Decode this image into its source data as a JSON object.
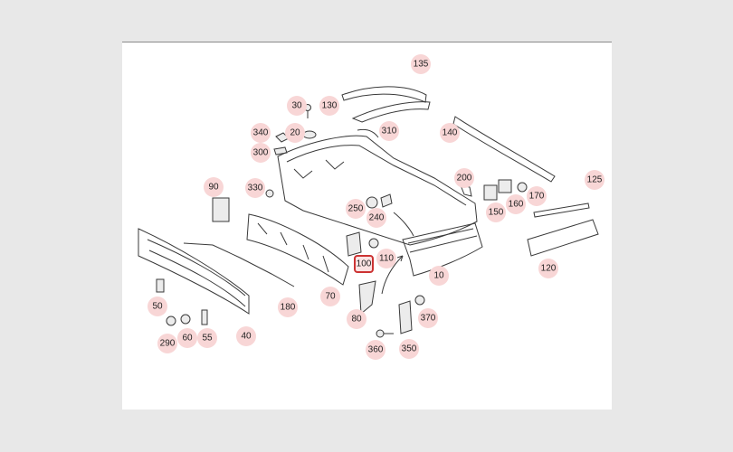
{
  "diagram": {
    "accent_color": "#cc3333",
    "highlight_fill": "#f8d6d6",
    "selected_callout": "100",
    "callouts": [
      "135",
      "130",
      "30",
      "140",
      "20",
      "310",
      "340",
      "300",
      "200",
      "125",
      "330",
      "90",
      "150",
      "160",
      "170",
      "250",
      "240",
      "110",
      "100",
      "10",
      "120",
      "70",
      "180",
      "50",
      "60",
      "290",
      "55",
      "40",
      "80",
      "370",
      "360",
      "350"
    ]
  }
}
